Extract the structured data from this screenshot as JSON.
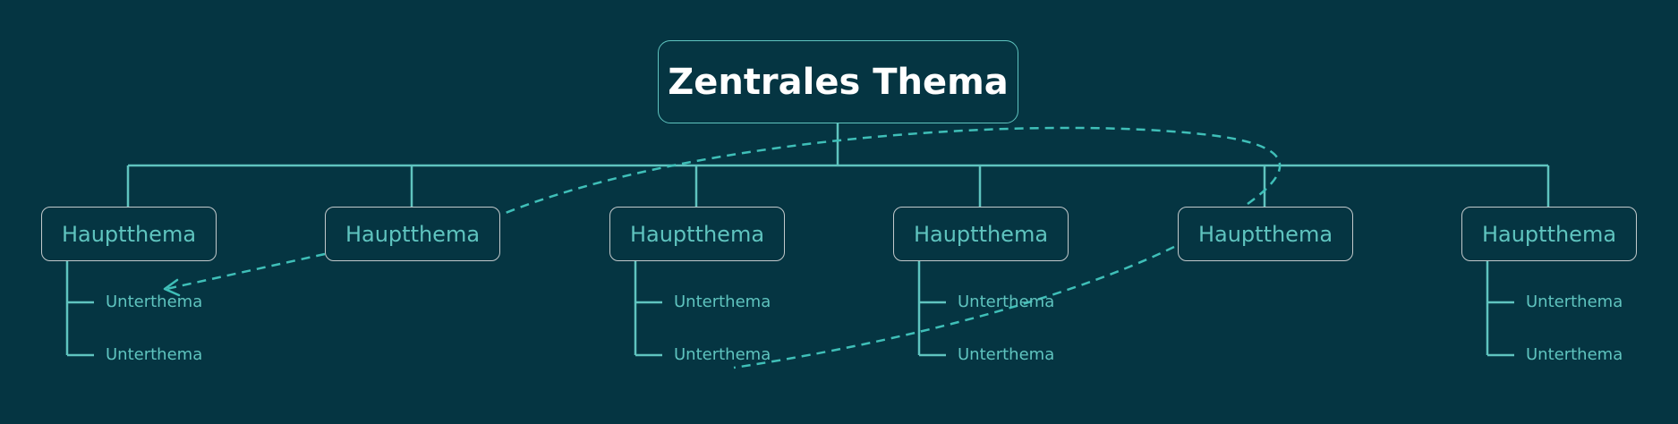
{
  "central_topic": "Zentrales Thema",
  "main_topics": [
    {
      "label": "Hauptthema",
      "subtopics": [
        "Unterthema",
        "Unterthema"
      ]
    },
    {
      "label": "Hauptthema",
      "subtopics": []
    },
    {
      "label": "Hauptthema",
      "subtopics": [
        "Unterthema",
        "Unterthema"
      ]
    },
    {
      "label": "Hauptthema",
      "subtopics": [
        "Unterthema",
        "Unterthema"
      ]
    },
    {
      "label": "Hauptthema",
      "subtopics": []
    },
    {
      "label": "Hauptthema",
      "subtopics": [
        "Unterthema",
        "Unterthema"
      ]
    }
  ],
  "colors": {
    "background": "#053542",
    "connector": "#5fc4bf",
    "central_border": "#5fc4bf",
    "main_border": "#c2c9cb",
    "central_text": "#ffffff",
    "topic_text": "#5fc4bf"
  }
}
